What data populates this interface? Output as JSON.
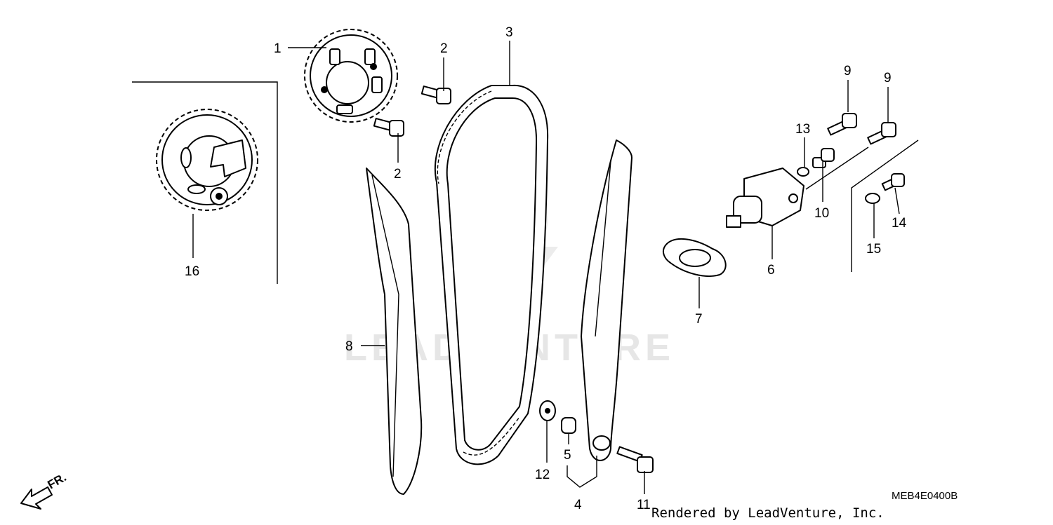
{
  "diagram": {
    "code": "MEB4E0400B",
    "credit": "Rendered by LeadVenture, Inc.",
    "watermark": "LEADVENTURE",
    "direction_marker": "FR.",
    "callouts": {
      "c1": "1",
      "c2a": "2",
      "c2b": "2",
      "c3": "3",
      "c4": "4",
      "c5": "5",
      "c6": "6",
      "c7": "7",
      "c8": "8",
      "c9a": "9",
      "c9b": "9",
      "c10": "10",
      "c11": "11",
      "c12": "12",
      "c13": "13",
      "c14": "14",
      "c15": "15",
      "c16": "16"
    },
    "icons": [
      "cam-sprocket-icon",
      "cam-chain-icon",
      "chain-guide-icon",
      "chain-tensioner-icon",
      "bolt-icon",
      "washer-icon",
      "front-arrow-icon"
    ]
  }
}
